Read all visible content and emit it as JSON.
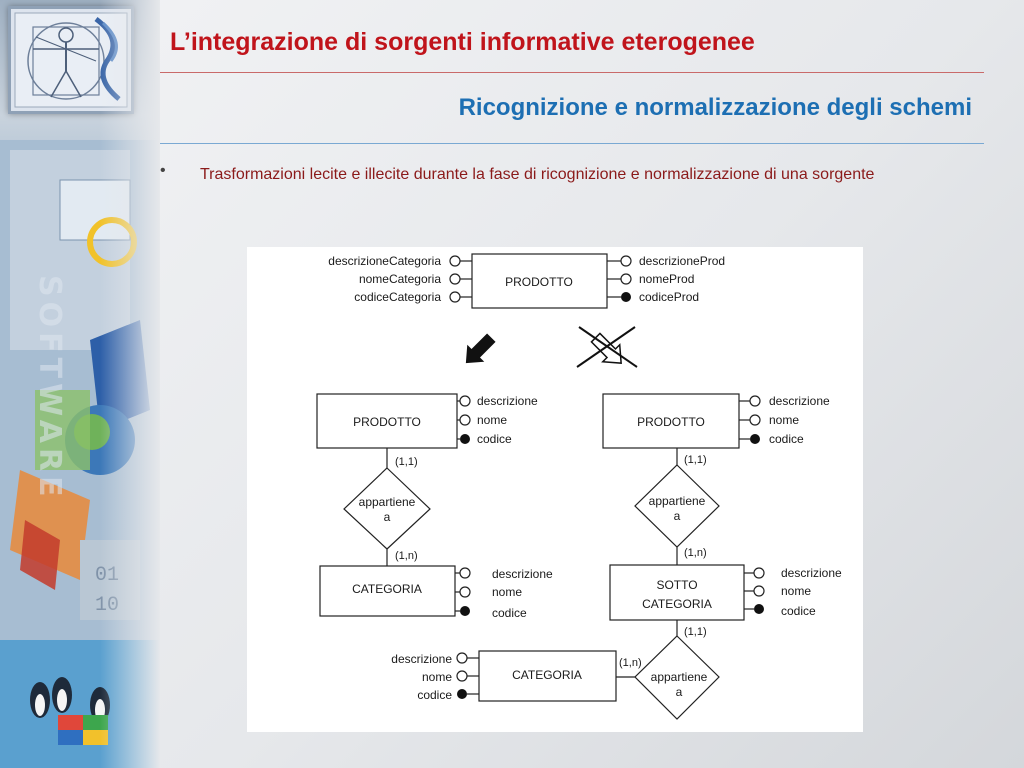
{
  "slide": {
    "title": "L’integrazione di sorgenti informative eterogenee",
    "subtitle": "Ricognizione e normalizzazione degli schemi",
    "bullet_marker": "•",
    "bullet_text": "Trasformazioni lecite e illecite durante la fase di ricognizione e normalizzazione di una sorgente"
  },
  "sidebar": {
    "side_text": "SOFTWARE"
  },
  "diagram": {
    "top": {
      "entity": "PRODOTTO",
      "left_attrs": [
        "descrizioneCategoria",
        "nomeCategoria",
        "codiceCategoria"
      ],
      "right_attrs": [
        "descrizioneProd",
        "nomeProd",
        "codiceProd"
      ]
    },
    "left": {
      "entity1": "PRODOTTO",
      "entity1_attrs": [
        "descrizione",
        "nome",
        "codice"
      ],
      "card1": "(1,1)",
      "relation": [
        "appartiene",
        "a"
      ],
      "card2": "(1,n)",
      "entity2": "CATEGORIA",
      "entity2_attrs": [
        "descrizione",
        "nome",
        "codice"
      ]
    },
    "right": {
      "entity1": "PRODOTTO",
      "entity1_attrs": [
        "descrizione",
        "nome",
        "codice"
      ],
      "card1": "(1,1)",
      "relation1": [
        "appartiene",
        "a"
      ],
      "card2": "(1,n)",
      "entity2": [
        "SOTTO",
        "CATEGORIA"
      ],
      "entity2_attrs": [
        "descrizione",
        "nome",
        "codice"
      ],
      "card3": "(1,1)",
      "relation2": [
        "appartiene",
        "a"
      ],
      "card4": "(1,n)",
      "entity3": "CATEGORIA",
      "entity3_attrs": [
        "descrizione",
        "nome",
        "codice"
      ]
    }
  }
}
